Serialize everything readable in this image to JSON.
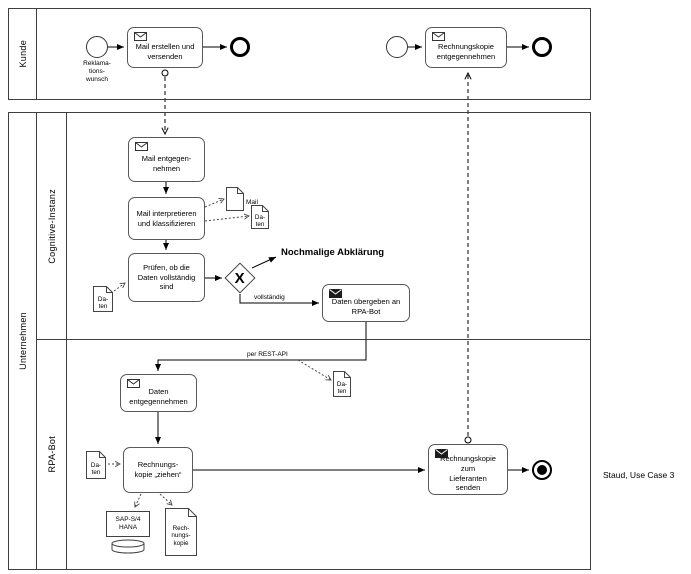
{
  "caption": "Staud, Use Case 3",
  "pools": {
    "kunde": "Kunde",
    "unternehmen": "Unternehmen",
    "lane_cognitive": "Cognitive-Instanz",
    "lane_rpa": "RPA-Bot"
  },
  "kunde": {
    "start_label": "Reklama-\ntions-\nwunsch",
    "task_mail_erstellen": "Mail erstellen und\nversenden",
    "task_rechnungskopie_entgegennehmen": "Rechnungskopie\nentgegennehmen"
  },
  "cognitive": {
    "task_mail_entgegennehmen": "Mail entgegen-\nnehmen",
    "task_mail_interpretieren": "Mail interpretieren\nund klassifizieren",
    "task_pruefen": "Prüfen, ob die\nDaten vollständig\nsind",
    "task_daten_uebergeben": "Daten übergeben an\nRPA-Bot",
    "gateway_marker": "X",
    "annotation_abklaerung": "Nochmalige Abklärung",
    "flow_label_vollstaendig": "vollständig",
    "flow_label_rest_api": "per REST-API",
    "doc_mail": "Mail",
    "doc_daten_input": "Da-\nten",
    "doc_daten_output": "Da-\nten",
    "doc_daten_rest": "Da-\nten"
  },
  "rpa": {
    "task_daten_entgegennehmen": "Daten\nentgegennehmen",
    "task_rechnungskopie_ziehen": "Rechnungs-\nkopie „ziehen“",
    "task_rechnungskopie_senden": "Rechnungskopie zum\nLieferanten\nsenden",
    "doc_daten": "Da-\nten",
    "store_sap": "SAP-S/4\nHANA",
    "doc_rechnungskopie": "Rech-\nnungs-\nkopie"
  }
}
